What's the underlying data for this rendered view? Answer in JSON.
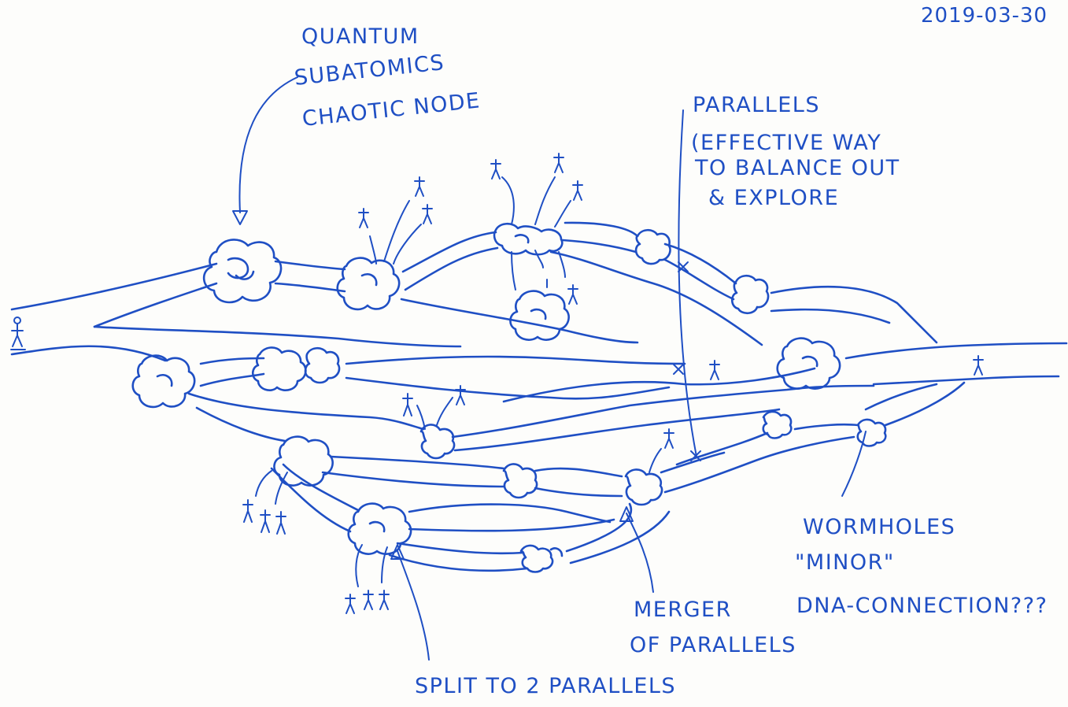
{
  "date": "2019-03-30",
  "labels": {
    "quantum": [
      "QUANTUM",
      "SUBATOMICS",
      "CHAOTIC NODE"
    ],
    "parallels": [
      "PARALLELS",
      "(EFFECTIVE WAY",
      "TO BALANCE OUT",
      "& EXPLORE"
    ],
    "wormholes": [
      "WORMHOLES",
      "\"MINOR\"",
      "DNA-CONNECTION???"
    ],
    "merger": [
      "MERGER",
      "OF PARALLELS"
    ],
    "split": [
      "SPLIT TO 2 PARALLELS"
    ]
  },
  "ink_color": "#1f4fc4",
  "icons": [
    "stick-figure-icon",
    "node-cloud-icon",
    "arrow-head-icon",
    "cross-mark-icon"
  ]
}
